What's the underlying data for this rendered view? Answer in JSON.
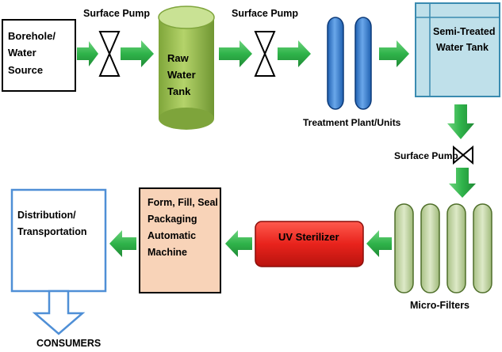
{
  "nodes": {
    "borehole": [
      "Borehole/",
      "Water",
      "Source"
    ],
    "raw_tank": [
      "Raw",
      "Water",
      "Tank"
    ],
    "treatment": "Treatment Plant/Units",
    "semi_tank": [
      "Semi-Treated",
      "Water Tank"
    ],
    "pump_1": "Surface Pump",
    "pump_2": "Surface Pump",
    "pump_3": "Surface Pump",
    "micro_filters": "Micro-Filters",
    "uv": "UV Sterilizer",
    "packaging": [
      "Form, Fill, Seal",
      "Packaging",
      "Automatic",
      "Machine"
    ],
    "distribution": [
      "Distribution/",
      "Transportation"
    ],
    "consumers": "CONSUMERS"
  },
  "colors": {
    "arrow_green": "#2fb34a",
    "arrow_green_dark": "#1f8a35",
    "tank_green": "#9bbf4c",
    "filter_blue": "#4f8fd6",
    "semi_tank_fill": "#bfe0ea",
    "micro_filter_fill": "#c5d9a7",
    "uv_red": "#e8231c",
    "packaging_fill": "#f8d3b8",
    "distribution_border": "#4f8fd6"
  }
}
